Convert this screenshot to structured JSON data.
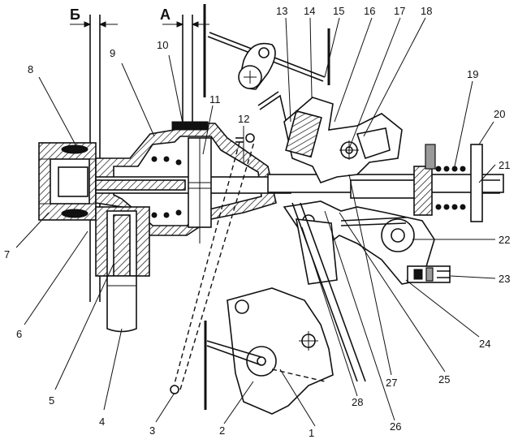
{
  "sections": {
    "b": "Б",
    "a": "А"
  },
  "callouts": [
    {
      "id": "1",
      "text": "1"
    },
    {
      "id": "2",
      "text": "2"
    },
    {
      "id": "3",
      "text": "3"
    },
    {
      "id": "4",
      "text": "4"
    },
    {
      "id": "5",
      "text": "5"
    },
    {
      "id": "6",
      "text": "6"
    },
    {
      "id": "7",
      "text": "7"
    },
    {
      "id": "8",
      "text": "8"
    },
    {
      "id": "9",
      "text": "9"
    },
    {
      "id": "10",
      "text": "10"
    },
    {
      "id": "11",
      "text": "11"
    },
    {
      "id": "12",
      "text": "12"
    },
    {
      "id": "13",
      "text": "13"
    },
    {
      "id": "14",
      "text": "14"
    },
    {
      "id": "15",
      "text": "15"
    },
    {
      "id": "16",
      "text": "16"
    },
    {
      "id": "17",
      "text": "17"
    },
    {
      "id": "18",
      "text": "18"
    },
    {
      "id": "19",
      "text": "19"
    },
    {
      "id": "20",
      "text": "20"
    },
    {
      "id": "21",
      "text": "21"
    },
    {
      "id": "22",
      "text": "22"
    },
    {
      "id": "23",
      "text": "23"
    },
    {
      "id": "24",
      "text": "24"
    },
    {
      "id": "25",
      "text": "25"
    },
    {
      "id": "26",
      "text": "26"
    },
    {
      "id": "27",
      "text": "27"
    },
    {
      "id": "28",
      "text": "28"
    }
  ]
}
